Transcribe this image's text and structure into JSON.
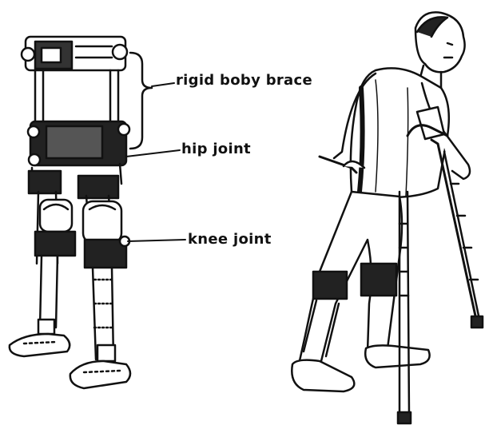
{
  "diagram": {
    "labels": {
      "rigid_body_brace": "rigid boby brace",
      "hip_joint": "hip joint",
      "knee_joint": "knee joint"
    },
    "colors": {
      "ink": "#111111",
      "background": "#ffffff"
    }
  }
}
